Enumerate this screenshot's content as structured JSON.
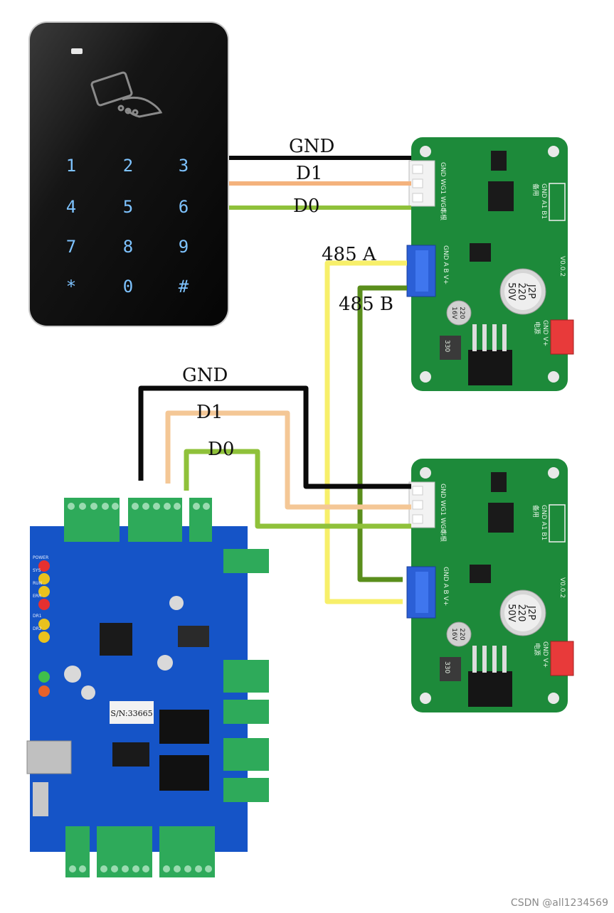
{
  "keypad": {
    "keys": [
      "1",
      "2",
      "3",
      "4",
      "5",
      "6",
      "7",
      "8",
      "9",
      "*",
      "0",
      "#"
    ]
  },
  "wire_labels": {
    "top_gnd": "GND",
    "top_d1": "D1",
    "top_d0": "D0",
    "rs485_a": "485 A",
    "rs485_b": "485 B",
    "bottom_gnd": "GND",
    "bottom_d1": "D1",
    "bottom_d0": "D0"
  },
  "module": {
    "port_wg": "GND WG1 WG0",
    "wiegand_cn": "韦根",
    "port_485": "GND A B V+",
    "port_ab": "GND A1 B1",
    "reserve_cn": "备用",
    "power_port": "GND V+",
    "power_cn": "电源",
    "cap_lines": [
      "J2P",
      "220",
      "50V"
    ],
    "small_cap_lines": [
      "220",
      "16V"
    ],
    "inductor": "330",
    "version": "V0.0.2"
  },
  "controller": {
    "serial": "S/N:33665",
    "led_labels": [
      "POWER",
      "SYS",
      "RUN",
      "ERR",
      "DR1",
      "DR2"
    ]
  },
  "watermark": "CSDN @all1234569",
  "colors": {
    "wire_gnd": "#0a0a0a",
    "wire_d1": "#f4b27c",
    "wire_d0": "#8fc13a",
    "wire_485a": "#f7ef6a",
    "wire_485b": "#5a8e1c",
    "module_pcb": "#1d8a3a",
    "controller_pcb": "#1554c7",
    "terminal_green": "#2eaa5a"
  }
}
